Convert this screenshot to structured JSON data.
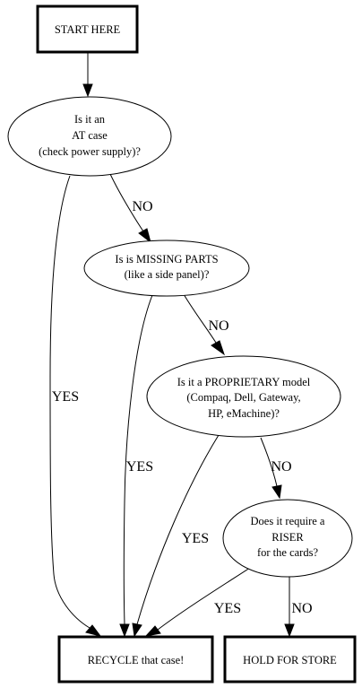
{
  "nodes": {
    "start": {
      "label": "START HERE"
    },
    "at_case": {
      "lines": [
        "Is it an",
        "AT case",
        "(check power supply)?"
      ]
    },
    "missing_parts": {
      "lines": [
        "Is is MISSING PARTS",
        "(like a side panel)?"
      ]
    },
    "proprietary": {
      "lines": [
        "Is it a PROPRIETARY model",
        "(Compaq, Dell, Gateway,",
        "HP, eMachine)?"
      ]
    },
    "riser": {
      "lines": [
        "Does it require a",
        "RISER",
        "for the cards?"
      ]
    },
    "recycle": {
      "label": "RECYCLE that case!"
    },
    "hold": {
      "label": "HOLD FOR STORE"
    }
  },
  "edges": {
    "at_case_no": "NO",
    "at_case_yes": "YES",
    "missing_parts_no": "NO",
    "missing_parts_yes": "YES",
    "proprietary_no": "NO",
    "proprietary_yes": "YES",
    "riser_yes": "YES",
    "riser_no": "NO"
  }
}
